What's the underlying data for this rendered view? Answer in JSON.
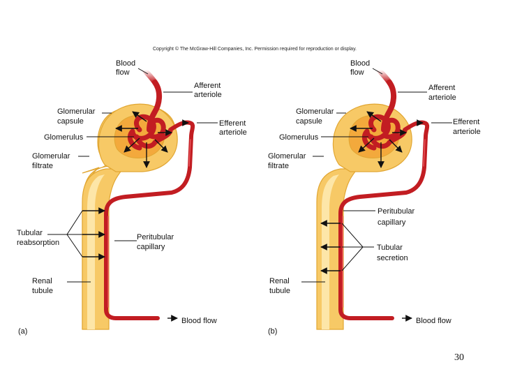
{
  "copyright": "Copyright © The McGraw-Hill Companies, Inc. Permission required for reproduction or display.",
  "page_number": "30",
  "colors": {
    "tubule": "#f7c966",
    "vessel": "#c21d22",
    "text": "#111111"
  },
  "panel_a": {
    "tag": "(a)",
    "labels": {
      "blood_flow_in": [
        "Blood",
        "flow"
      ],
      "afferent": [
        "Afferent",
        "arteriole"
      ],
      "efferent": [
        "Efferent",
        "arteriole"
      ],
      "glomerular_capsule": [
        "Glomerular",
        "capsule"
      ],
      "glomerulus": "Glomerulus",
      "glomerular_filtrate": [
        "Glomerular",
        "filtrate"
      ],
      "tubular_reabsorption": [
        "Tubular",
        "reabsorption"
      ],
      "peritubular_capillary": [
        "Peritubular",
        "capillary"
      ],
      "renal_tubule": [
        "Renal",
        "tubule"
      ],
      "blood_flow_out": "Blood flow"
    }
  },
  "panel_b": {
    "tag": "(b)",
    "labels": {
      "blood_flow_in": [
        "Blood",
        "flow"
      ],
      "afferent": [
        "Afferent",
        "arteriole"
      ],
      "efferent": [
        "Efferent",
        "arteriole"
      ],
      "glomerular_capsule": [
        "Glomerular",
        "capsule"
      ],
      "glomerulus": "Glomerulus",
      "glomerular_filtrate": [
        "Glomerular",
        "filtrate"
      ],
      "peritubular_capillary": [
        "Peritubular",
        "capillary"
      ],
      "tubular_secretion": [
        "Tubular",
        "secretion"
      ],
      "renal_tubule": [
        "Renal",
        "tubule"
      ],
      "blood_flow_out": "Blood flow"
    }
  }
}
